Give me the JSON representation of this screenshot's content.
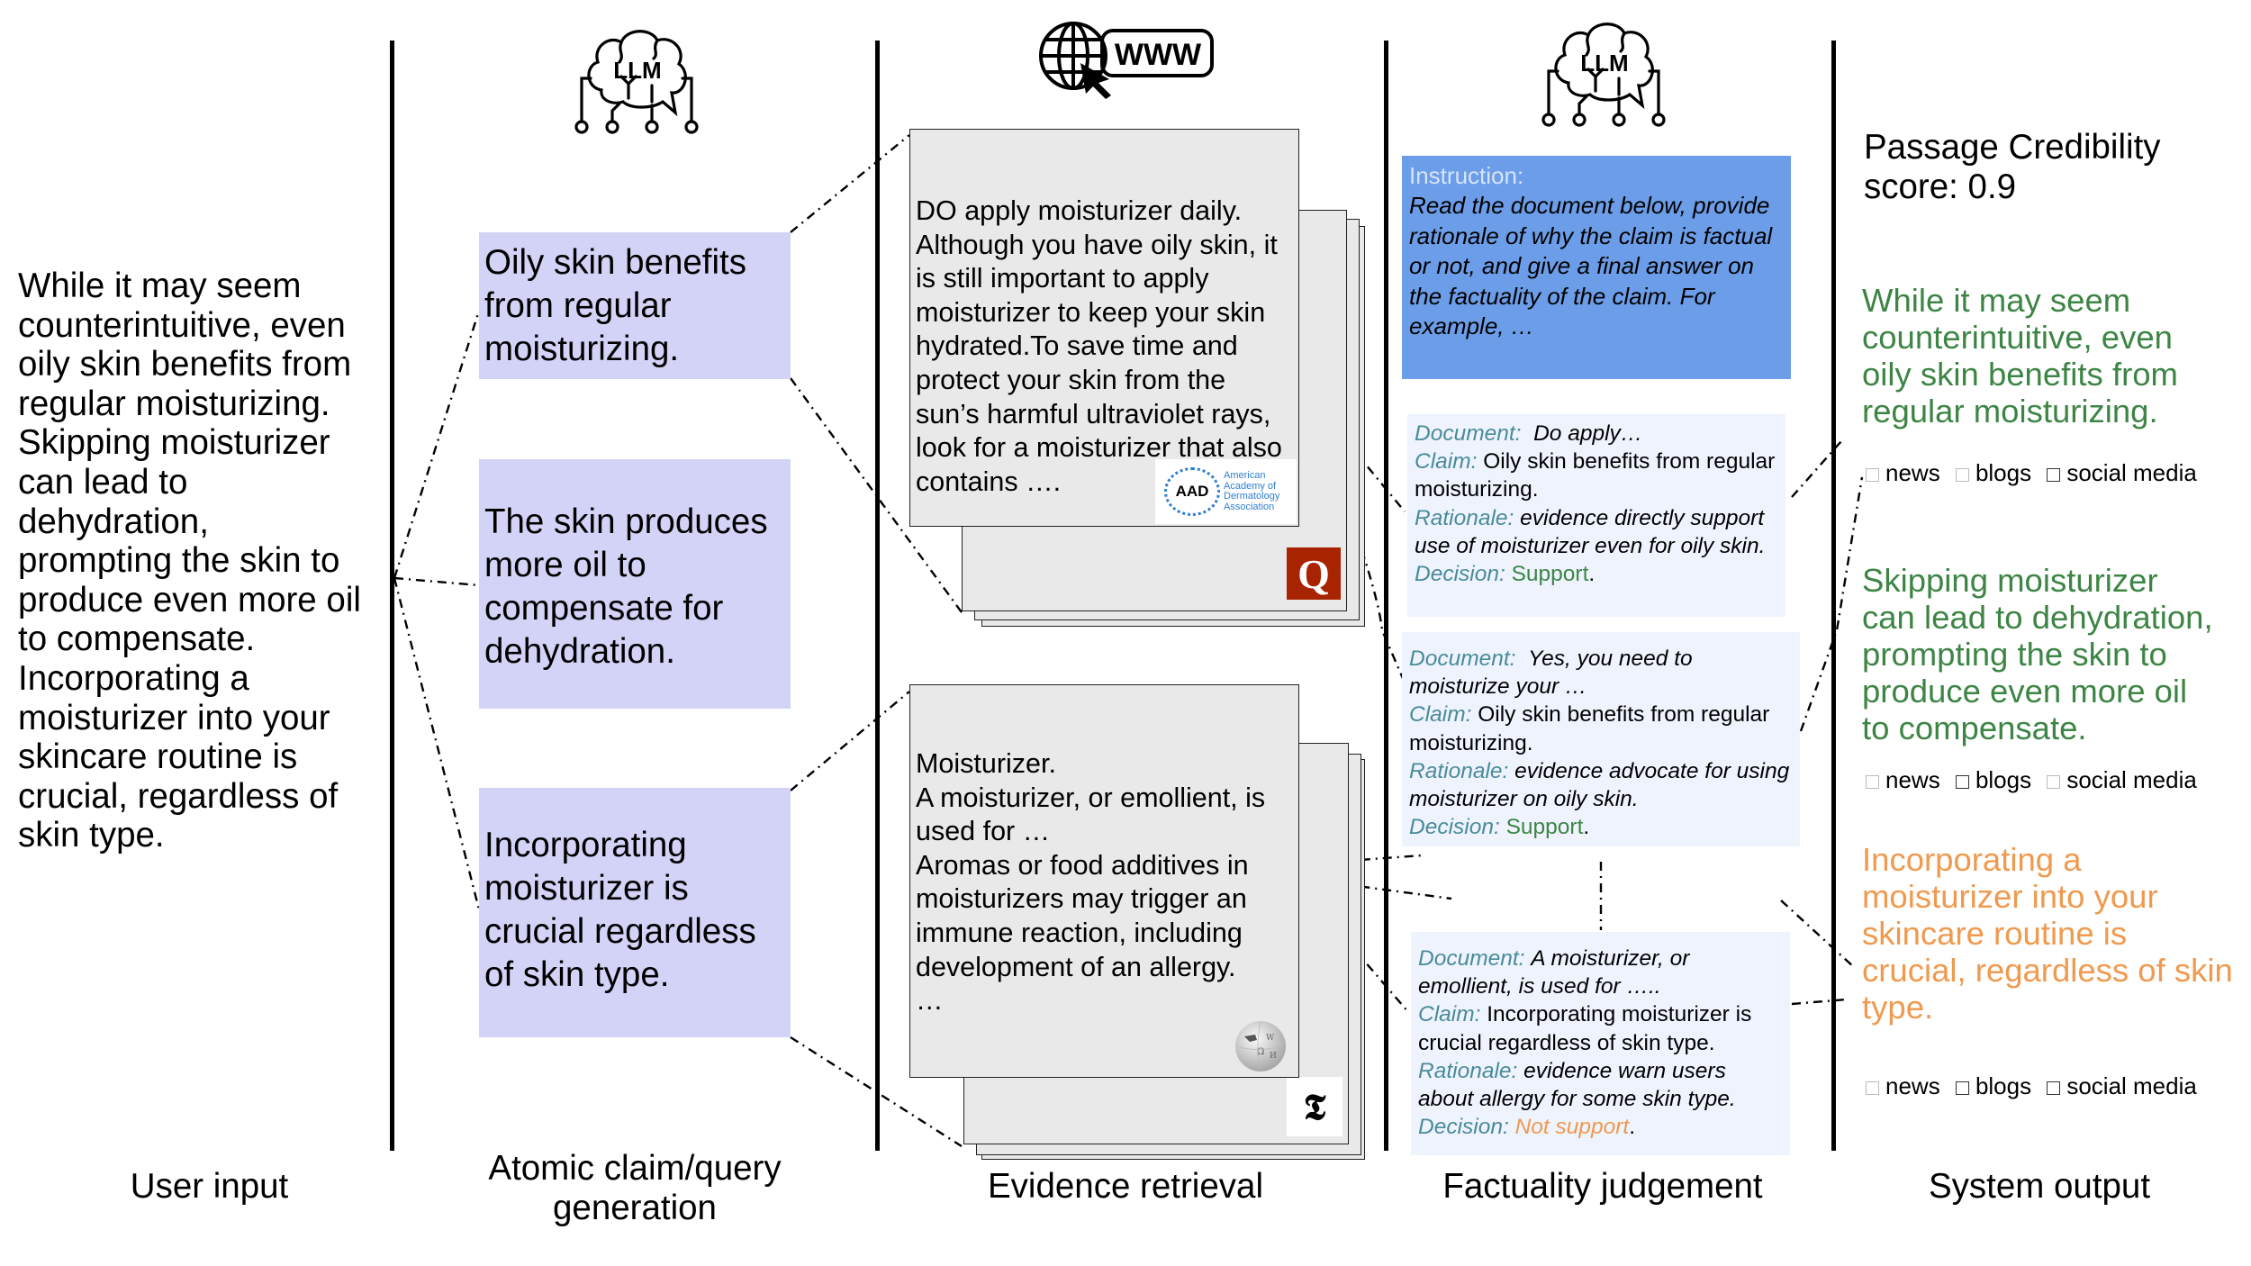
{
  "stages": {
    "user_input": "User input",
    "claim_generation_line1": "Atomic claim/query",
    "claim_generation_line2": "generation",
    "evidence_retrieval": "Evidence retrieval",
    "factuality_judgement": "Factuality judgement",
    "system_output": "System output"
  },
  "icons": {
    "llm_label": "LLM",
    "www_label": "WWW"
  },
  "user_input": {
    "lines": [
      "While it may seem",
      "counterintuitive, even",
      "oily skin benefits from",
      "regular moisturizing.",
      "Skipping moisturizer",
      "can lead to",
      "dehydration,",
      "prompting the skin to",
      "produce even more oil",
      "to compensate.",
      "Incorporating a",
      "moisturizer into your",
      "skincare routine is",
      "crucial, regardless of",
      "skin type."
    ]
  },
  "claims": [
    {
      "lines": [
        "Oily skin benefits",
        "from regular",
        "moisturizing."
      ]
    },
    {
      "lines": [
        "The skin produces",
        "more oil to",
        "compensate for",
        "dehydration."
      ]
    },
    {
      "lines": [
        "Incorporating",
        "moisturizer is",
        "crucial regardless",
        "of skin type."
      ]
    }
  ],
  "evidence": [
    {
      "lines": [
        "DO apply moisturizer daily.",
        "Although you have oily skin, it",
        "is still important to apply",
        "moisturizer to keep your skin",
        "hydrated.To save time and",
        "protect your skin from the",
        "sun’s harmful ultraviolet rays,",
        "look for a moisturizer that also",
        "contains …."
      ],
      "source_logo": {
        "abbr": "AAD",
        "name_lines": [
          "American",
          "Academy of",
          "Dermatology",
          "Association"
        ]
      },
      "back_logo": "Q"
    },
    {
      "lines": [
        "Moisturizer.",
        "A moisturizer, or emollient, is",
        "used for …",
        "Aromas or food additives in",
        "moisturizers may trigger an",
        "immune reaction, including",
        "development of an allergy.",
        "…"
      ],
      "source_logo": "wikipedia-globe",
      "back_logo": "𝕿"
    }
  ],
  "instruction": {
    "label": "Instruction:",
    "text": "Read the document below, provide rationale of why the claim is factual or not, and give a final answer on the factuality of the claim. For example, …"
  },
  "judgements": [
    {
      "document_label": "Document:",
      "document": "Do apply…",
      "claim_label": "Claim:",
      "claim": "Oily skin benefits from regular moisturizing.",
      "rationale_label": "Rationale:",
      "rationale": "evidence directly support use of moisturizer even for oily skin.",
      "decision_label": "Decision:",
      "decision": "Support",
      "decision_type": "support"
    },
    {
      "document_label": "Document:",
      "document": "Yes, you need to moisturize your …",
      "claim_label": "Claim:",
      "claim": "Oily skin benefits from regular moisturizing.",
      "rationale_label": "Rationale:",
      "rationale": "evidence advocate for using moisturizer on oily skin.",
      "decision_label": "Decision:",
      "decision": "Support",
      "decision_type": "support"
    },
    {
      "document_label": "Document:",
      "document": "A moisturizer, or emollient, is used for …..",
      "claim_label": "Claim:",
      "claim": "Incorporating moisturizer is crucial regardless of skin type.",
      "rationale_label": "Rationale:",
      "rationale": "evidence warn users about allergy for some skin type.",
      "decision_label": "Decision:",
      "decision": "Not support",
      "decision_type": "not-support"
    }
  ],
  "output": {
    "credibility_title": "Passage  Credibility score: 0.9",
    "credibility_score": 0.9,
    "passages": [
      {
        "lines": [
          "While it may seem",
          "counterintuitive, even",
          "oily skin benefits from",
          "regular moisturizing."
        ],
        "status": "supported",
        "sources": [
          {
            "label": "news",
            "checked": false
          },
          {
            "label": "blogs",
            "checked": false
          },
          {
            "label": "social media",
            "checked": false
          }
        ]
      },
      {
        "lines": [
          "Skipping moisturizer",
          "can lead to dehydration,",
          "prompting the skin to",
          "produce even more oil",
          "to compensate."
        ],
        "status": "supported",
        "sources": [
          {
            "label": "news",
            "checked": false
          },
          {
            "label": "blogs",
            "checked": false
          },
          {
            "label": "social media",
            "checked": false
          }
        ]
      },
      {
        "lines": [
          "Incorporating a",
          "moisturizer into your",
          "skincare routine is",
          "crucial, regardless of skin",
          "type."
        ],
        "status": "not-supported",
        "sources": [
          {
            "label": "news",
            "checked": false
          },
          {
            "label": "blogs",
            "checked": false
          },
          {
            "label": "social media",
            "checked": false
          }
        ]
      }
    ]
  },
  "colors": {
    "claim_box": "#d3d3f7",
    "instruction_box": "#6b9de8",
    "judgement_box": "#eef3fe",
    "label_teal": "#4a8b99",
    "support_green": "#3d8545",
    "not_support_orange": "#ef9a4f",
    "quora_red": "#a82400"
  }
}
